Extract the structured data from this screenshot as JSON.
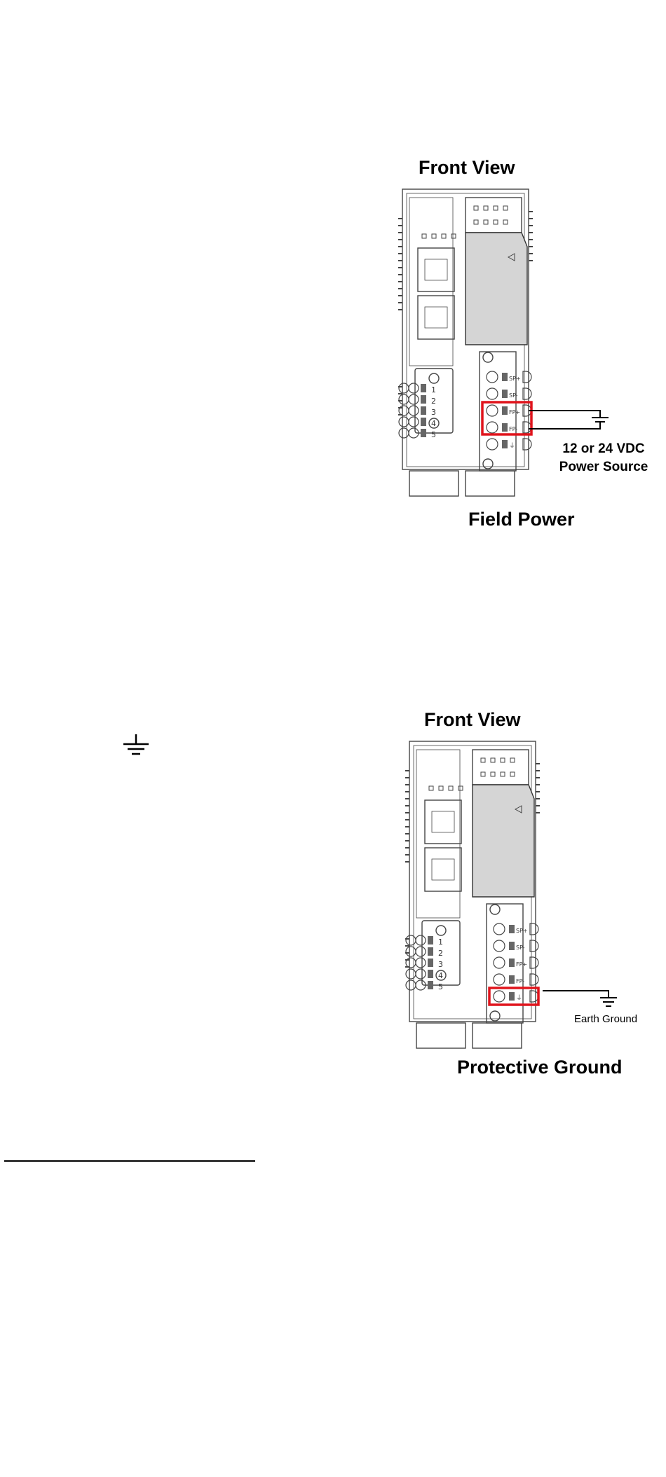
{
  "diagram1": {
    "view_title": "Front View",
    "power_label_line1": "12 or 24 VDC",
    "power_label_line2": "Power Source",
    "caption": "Field Power",
    "io_numbers": [
      "1",
      "2",
      "3",
      "4",
      "5"
    ],
    "terminals": [
      "SP+",
      "SP-",
      "FP+",
      "FP-"
    ]
  },
  "diagram2": {
    "view_title": "Front View",
    "ground_label": "Earth Ground",
    "caption": "Protective Ground",
    "io_numbers": [
      "1",
      "2",
      "3",
      "4",
      "5"
    ],
    "terminals": [
      "SP+",
      "SP-",
      "FP+",
      "FP-"
    ]
  },
  "icons": {
    "ground_symbol": "earth-ground-icon"
  },
  "colors": {
    "highlight": "#e0141c",
    "line": "#000000"
  }
}
